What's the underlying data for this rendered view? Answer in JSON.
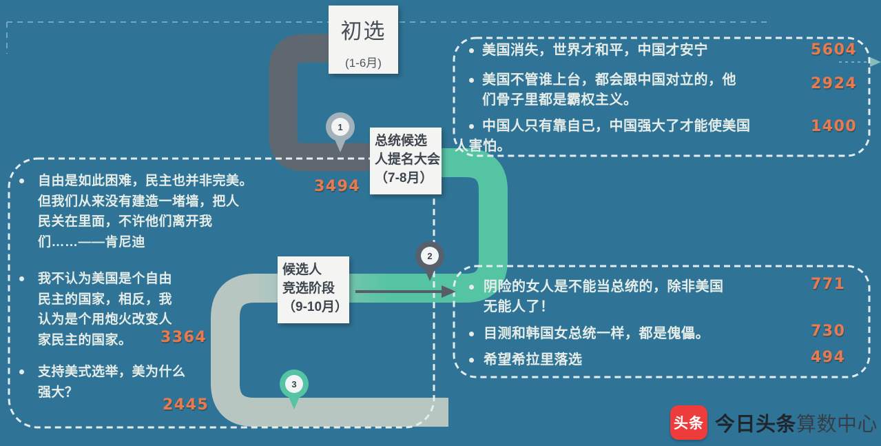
{
  "stages": {
    "primary": {
      "name": "初选",
      "period": "(1-6月)"
    },
    "convention": {
      "name": "总统候选\n人提名大会",
      "period": "（7-8月）"
    },
    "campaign": {
      "name": "候选人\n竞选阶段",
      "period": "（9-10月）"
    }
  },
  "markers": [
    {
      "number": "1"
    },
    {
      "number": "2"
    },
    {
      "number": "3"
    }
  ],
  "comments": {
    "primary": {
      "items": [
        {
          "text": "美国消失，世界才和平，中国才安宁",
          "count": "5604"
        },
        {
          "text": "美国不管谁上台，都会跟中国对立的，他\n们骨子里都是霸权主义。",
          "count": "2924"
        },
        {
          "text": "中国人只有靠自己，中国强大了才能使美国\n人害怕。",
          "count": "1400"
        }
      ]
    },
    "convention": {
      "items": [
        {
          "text": "自由是如此困难，民主也并非完美。\n但我们从来没有建造一堵墙，把人\n民关在里面，不许他们离开我\n们……——肯尼迪",
          "count": "3494"
        },
        {
          "text": "我不认为美国是个自由\n民主的国家，相反，我\n认为是个用炮火改变人\n家民主的国家。",
          "count": "3364"
        },
        {
          "text": "支持美式选举，美为什么\n强大？",
          "count": "2445"
        }
      ]
    },
    "campaign": {
      "items": [
        {
          "text": "阴险的女人是不能当总统的，除非美国\n无能人了！",
          "count": "771"
        },
        {
          "text": "目测和韩国女总统一样，都是傀儡。",
          "count": "730"
        },
        {
          "text": "希望希拉里落选",
          "count": "494"
        }
      ]
    }
  },
  "logo": {
    "icon": "头条",
    "brand": "今日头条",
    "suffix": "算数中心"
  },
  "colors": {
    "background": "#2f7496",
    "road_dark": "#5f6770",
    "road_green": "#55c4a3",
    "road_gray": "#b8c6c2",
    "count_orange": "#e87a4e",
    "card_bg": "#f4f4f3",
    "dash_border": "#e3edf0",
    "logo_red": "#ee3b3b"
  }
}
